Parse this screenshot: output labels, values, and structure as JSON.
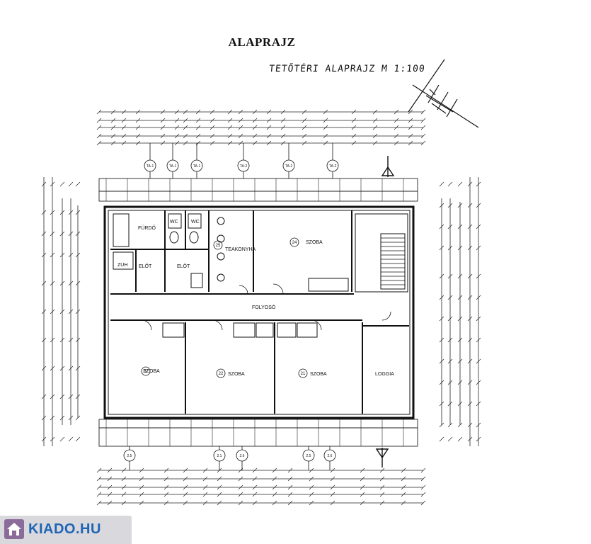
{
  "header": {
    "title": "ALAPRAJZ",
    "subtitle": "TETŐTÉRI ALAPRAJZ M 1:100"
  },
  "rooms": {
    "furdo": "FÜRDŐ",
    "wc1": "WC",
    "wc2": "WC",
    "teakonyha": "TEAKONYHA",
    "szoba24": "SZOBA",
    "elot1": "ELŐT",
    "elot2": "ELŐT",
    "zuh": "ZUH",
    "folyoso": "FOLYOSÓ",
    "szoba22a": "SZOBA",
    "szoba22b": "SZOBA",
    "szoba21": "SZOBA",
    "loggia": "LOGGIA"
  },
  "room_numbers": {
    "n24": "24",
    "n25": "25",
    "n22a": "22",
    "n22b": "22",
    "n21": "21"
  },
  "axis_markers": {
    "top": [
      "TA-1",
      "TA-1",
      "TA-1",
      "TA-2",
      "TA-2",
      "TA-2"
    ],
    "bottom": [
      "2.5",
      "2.1",
      "2.6",
      "2.5",
      "2.6"
    ]
  },
  "badge": {
    "text": "KIADO.HU",
    "icon": "house-icon"
  }
}
